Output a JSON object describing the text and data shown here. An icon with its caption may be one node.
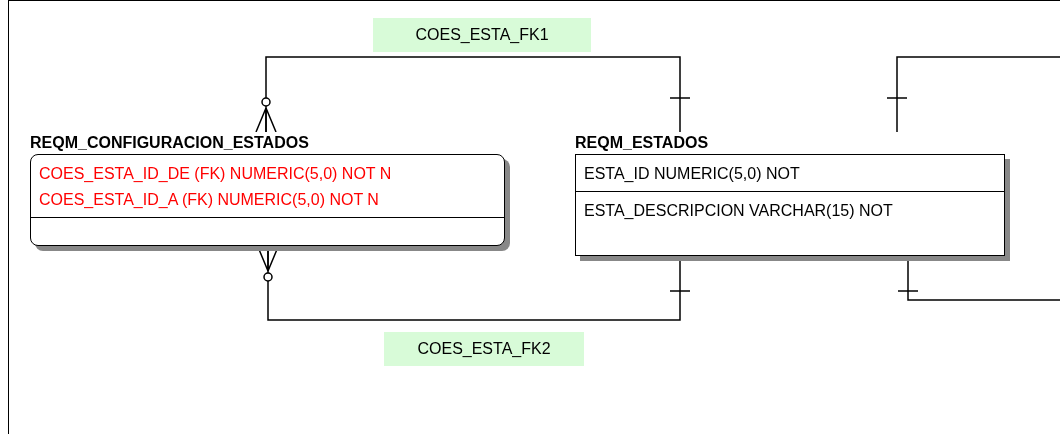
{
  "diagram": {
    "nodes": [
      {
        "text": [
          "REQM_CONFIGURACION_ESTADOS",
          "COES_ESTA_ID_DE (FK) NUMERIC(5,0) NOT N",
          "COES_ESTA_ID_A (FK) NUMERIC(5,0) NOT N"
        ]
      },
      {
        "text": [
          "REQM_ESTADOS",
          "ESTA_ID NUMERIC(5,0) NOT",
          "ESTA_DESCRIPCION VARCHAR(15) NOT"
        ]
      }
    ],
    "edges": [
      {
        "from": 1,
        "to": 0,
        "arrow": "other",
        "label": "COES_ESTA_FK1"
      },
      {
        "from": 1,
        "to": 0,
        "arrow": "other",
        "label": "COES_ESTA_FK2"
      },
      {
        "from": 1,
        "to": null,
        "arrow": "other"
      },
      {
        "from": 1,
        "to": null,
        "arrow": "other"
      }
    ]
  }
}
